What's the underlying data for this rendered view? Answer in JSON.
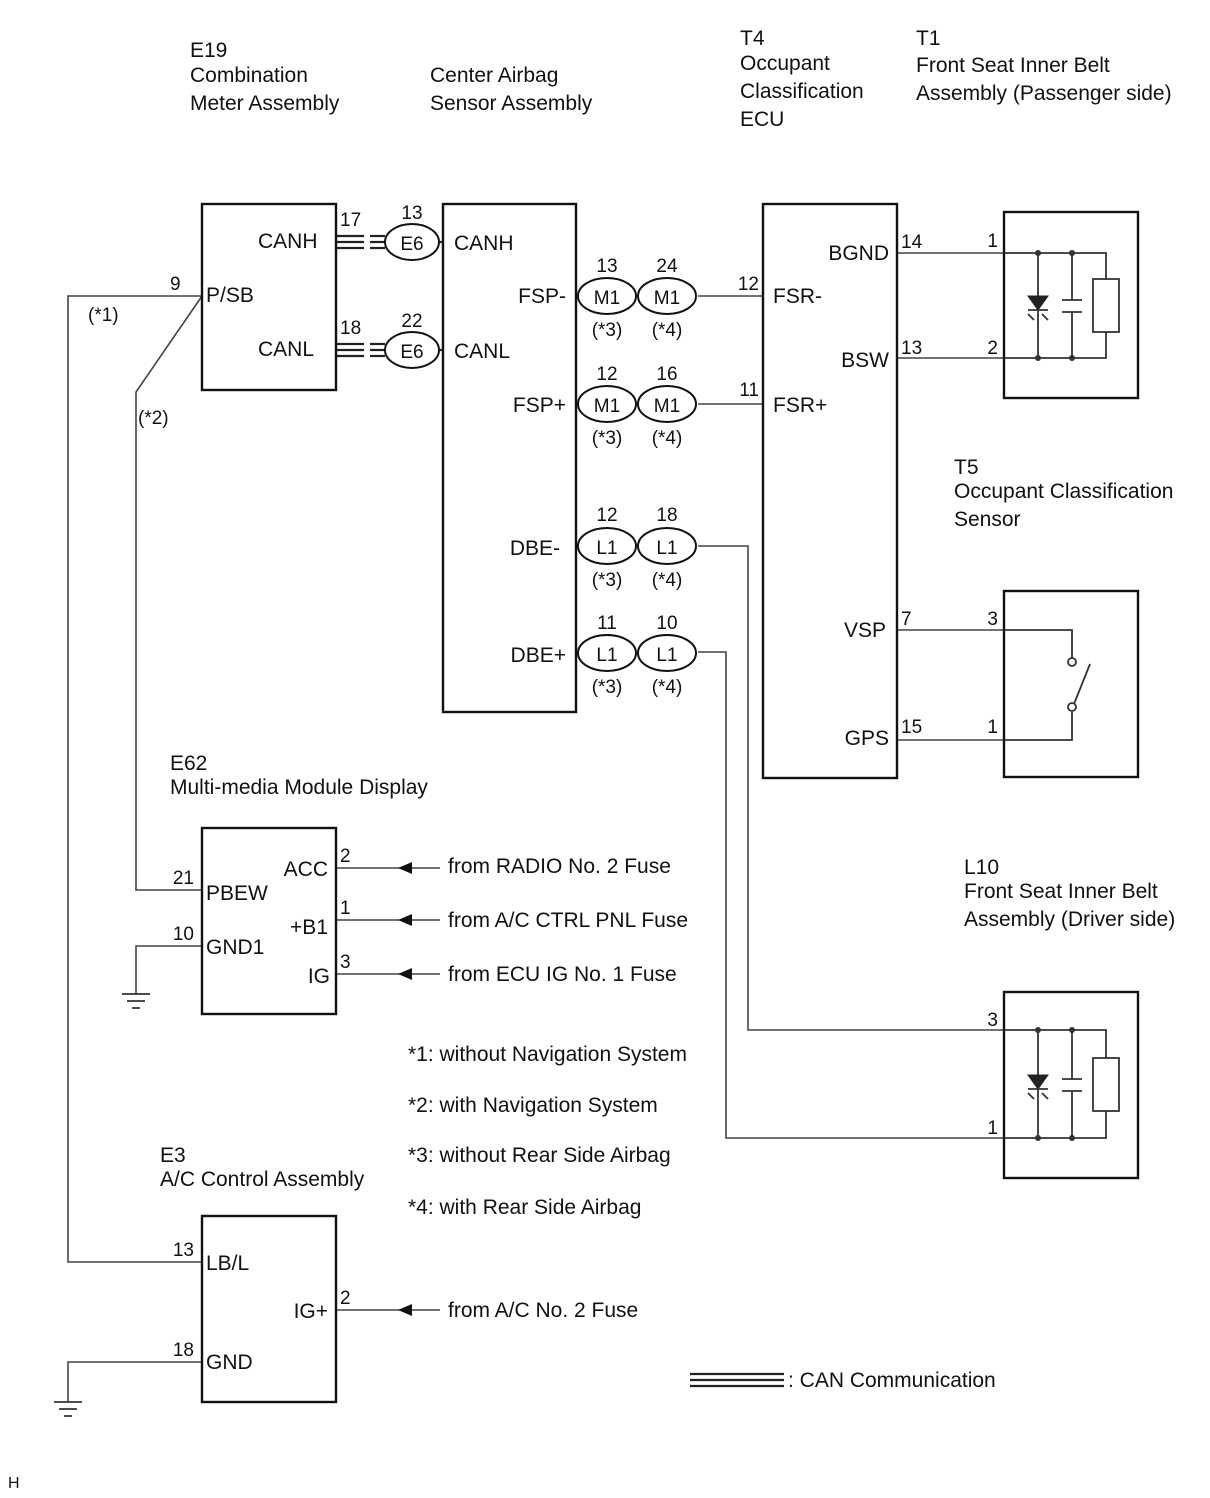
{
  "components": {
    "e19": {
      "code": "E19",
      "name1": "Combination",
      "name2": "Meter Assembly",
      "pins": {
        "canh": "CANH",
        "psb": "P/SB",
        "canl": "CANL"
      },
      "pin_nums": {
        "canh": "17",
        "psb": "9",
        "canl": "18"
      }
    },
    "center": {
      "name1": "Center Airbag",
      "name2": "Sensor Assembly",
      "pins": {
        "canh": "CANH",
        "canl": "CANL",
        "fspm": "FSP-",
        "fspp": "FSP+",
        "dbem": "DBE-",
        "dbep": "DBE+"
      }
    },
    "t4": {
      "code": "T4",
      "name1": "Occupant",
      "name2": "Classification",
      "name3": "ECU",
      "pins": {
        "bgnd": "BGND",
        "fsrm": "FSR-",
        "bsw": "BSW",
        "fsrp": "FSR+",
        "vsp": "VSP",
        "gps": "GPS"
      },
      "pin_nums": {
        "bgnd": "14",
        "fsrm": "12",
        "bsw": "13",
        "fsrp": "11",
        "vsp": "7",
        "gps": "15"
      }
    },
    "t1": {
      "code": "T1",
      "name1": "Front Seat Inner Belt",
      "name2": "Assembly (Passenger side)",
      "pin_nums": {
        "p1": "1",
        "p2": "2"
      }
    },
    "t5": {
      "code": "T5",
      "name1": "Occupant Classification",
      "name2": "Sensor",
      "pin_nums": {
        "p3": "3",
        "p1": "1"
      }
    },
    "l10": {
      "code": "L10",
      "name1": "Front Seat Inner Belt",
      "name2": "Assembly (Driver side)",
      "pin_nums": {
        "p3": "3",
        "p1": "1"
      }
    },
    "e62": {
      "code": "E62",
      "name1": "Multi-media Module Display",
      "pins": {
        "acc": "ACC",
        "pbew": "PBEW",
        "b1": "+B1",
        "gnd1": "GND1",
        "ig": "IG"
      },
      "pin_nums": {
        "acc": "2",
        "pbew": "21",
        "b1": "1",
        "gnd1": "10",
        "ig": "3"
      }
    },
    "e3": {
      "code": "E3",
      "name1": "A/C Control Assembly",
      "pins": {
        "lbl": "LB/L",
        "igp": "IG+",
        "gnd": "GND"
      },
      "pin_nums": {
        "lbl": "13",
        "igp": "2",
        "gnd": "18"
      }
    }
  },
  "connectors": {
    "e6_top": {
      "label": "E6",
      "num": "13"
    },
    "e6_bot": {
      "label": "E6",
      "num": "22"
    },
    "m1_a3": {
      "label": "M1",
      "num": "13",
      "note": "(*3)"
    },
    "m1_a4": {
      "label": "M1",
      "num": "24",
      "note": "(*4)"
    },
    "m1_b3": {
      "label": "M1",
      "num": "12",
      "note": "(*3)"
    },
    "m1_b4": {
      "label": "M1",
      "num": "16",
      "note": "(*4)"
    },
    "l1_a3": {
      "label": "L1",
      "num": "12",
      "note": "(*3)"
    },
    "l1_a4": {
      "label": "L1",
      "num": "18",
      "note": "(*4)"
    },
    "l1_b3": {
      "label": "L1",
      "num": "11",
      "note": "(*3)"
    },
    "l1_b4": {
      "label": "L1",
      "num": "10",
      "note": "(*4)"
    }
  },
  "wire_notes": {
    "n1": "(*1)",
    "n2": "(*2)"
  },
  "fuses": {
    "radio": "from RADIO No. 2 Fuse",
    "acctrl": "from A/C CTRL PNL Fuse",
    "ecuig": "from ECU IG No. 1 Fuse",
    "ac2": "from A/C No. 2 Fuse"
  },
  "notes": [
    "*1: without Navigation System",
    "*2: with Navigation System",
    "*3: without Rear Side Airbag",
    "*4: with Rear Side Airbag"
  ],
  "legend": {
    "can": ": CAN Communication"
  },
  "corner_mark": "H"
}
